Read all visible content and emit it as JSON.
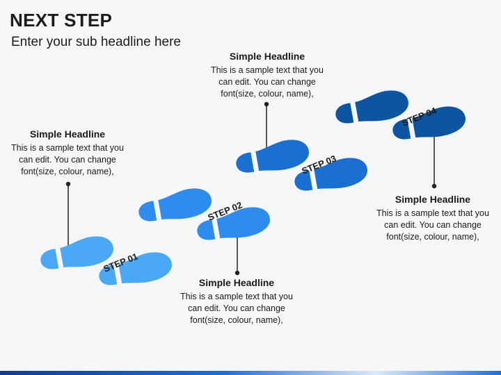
{
  "page": {
    "title": "NEXT STEP",
    "subtitle": "Enter your sub headline here"
  },
  "steps": [
    {
      "label": "STEP 01",
      "color": "#4aa8f5"
    },
    {
      "label": "STEP 02",
      "color": "#2e8cf0"
    },
    {
      "label": "STEP 03",
      "color": "#1a6fd0"
    },
    {
      "label": "STEP 04",
      "color": "#0d55a0"
    }
  ],
  "callouts": [
    {
      "headline": "Simple Headline",
      "line1": "This is a sample text that you",
      "line2": "can edit. You can change",
      "line3": "font(size, colour, name),"
    },
    {
      "headline": "Simple Headline",
      "line1": "This is a sample text that you",
      "line2": "can edit. You can change",
      "line3": "font(size, colour, name),"
    },
    {
      "headline": "Simple Headline",
      "line1": "This is a sample text that you",
      "line2": "can edit. You can change",
      "line3": "font(size, colour, name),"
    },
    {
      "headline": "Simple Headline",
      "line1": "This is a sample text that you",
      "line2": "can edit. You can change",
      "line3": "font(size, colour, name),"
    }
  ]
}
